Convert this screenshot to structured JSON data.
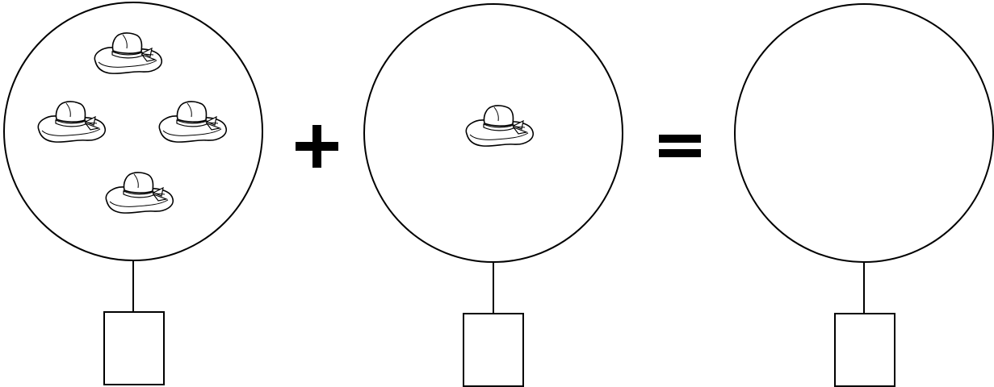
{
  "groups": [
    {
      "hat_count": 4,
      "answer": ""
    },
    {
      "hat_count": 1,
      "answer": ""
    },
    {
      "hat_count": 0,
      "answer": ""
    }
  ],
  "operators": {
    "plus": "+",
    "equals": "="
  },
  "icon": "hat-icon",
  "colors": {
    "stroke": "#000000",
    "background": "#ffffff"
  }
}
